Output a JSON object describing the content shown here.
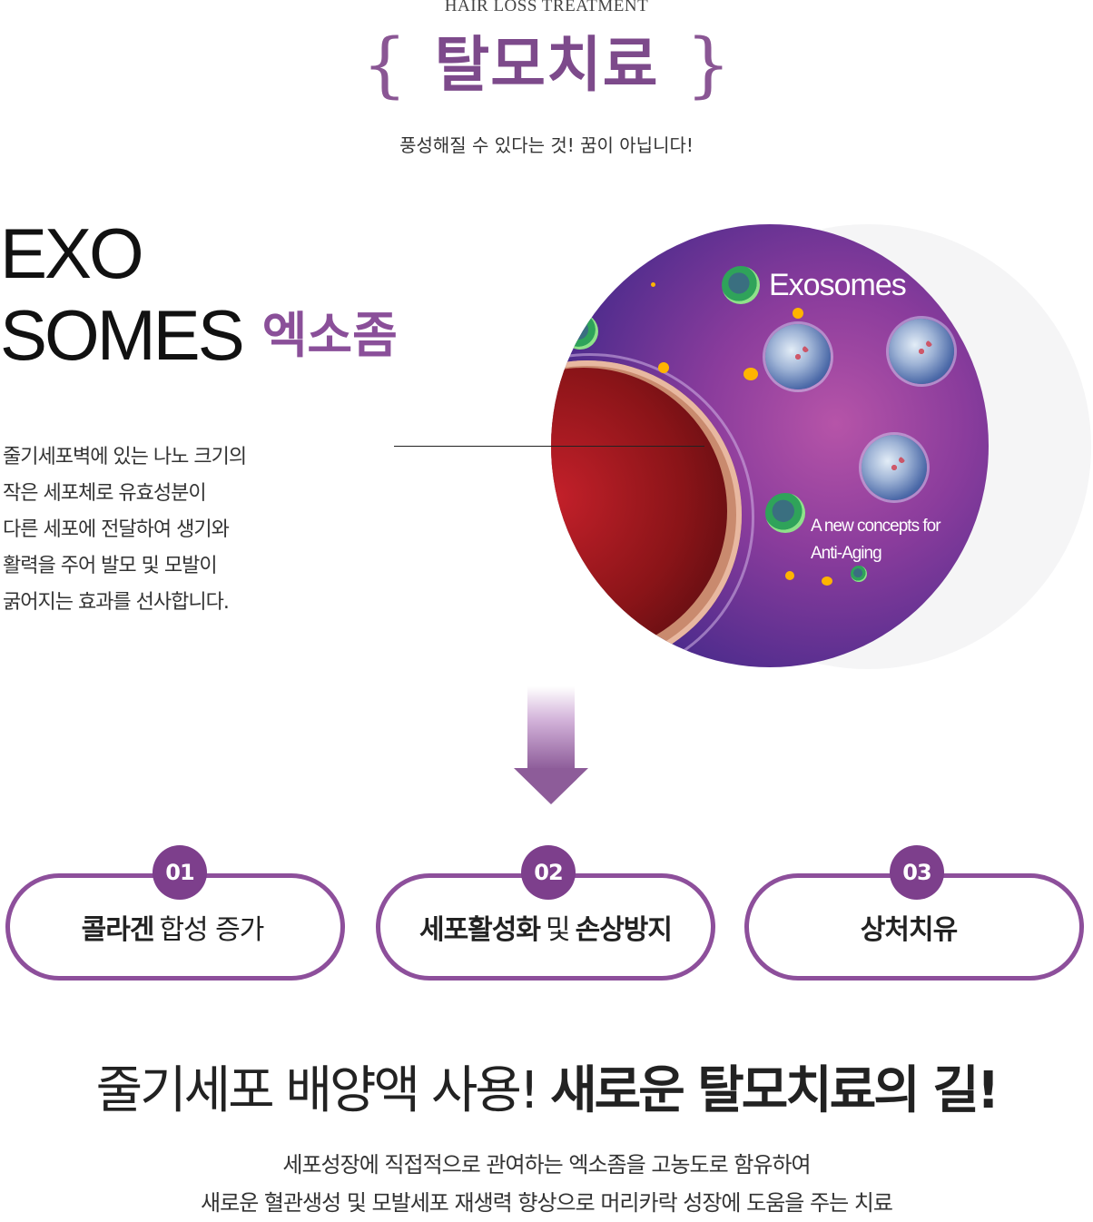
{
  "header": {
    "eyebrow": "HAIR LOSS TREATMENT",
    "brace_left": "{",
    "title": "탈모치료",
    "brace_right": "}",
    "subtitle": "풍성해질 수 있다는 것! 꿈이 아닙니다!"
  },
  "intro": {
    "title_line1": "EXO",
    "title_line2": "SOMES",
    "title_korean": "엑소좀",
    "description": [
      "줄기세포벽에 있는 나노 크기의",
      "작은 세포체로 유효성분이",
      "다른 세포에 전달하여 생기와",
      "활력을 주어 발모 및 모발이",
      "굵어지는 효과를 선사합니다."
    ]
  },
  "illustration": {
    "label": "Exosomes",
    "tagline_line1": "A new concepts for",
    "tagline_line2": "Anti-Aging"
  },
  "effects": [
    {
      "number": "01",
      "bold1": "콜라겐",
      "thin": "합성 증가",
      "bold2": ""
    },
    {
      "number": "02",
      "bold1": "세포활성화",
      "thin": "및",
      "bold2": "손상방지"
    },
    {
      "number": "03",
      "bold1": "상처치유",
      "thin": "",
      "bold2": ""
    }
  ],
  "bottom": {
    "headline_light": "줄기세포 배양액 사용!",
    "headline_bold": "새로운 탈모치료의 길!",
    "description_line1": "세포성장에 직접적으로 관여하는 엑소좀을 고농도로 함유하여",
    "description_line2": "새로운 혈관생성 및 모발세포 재생력 향상으로 머리카락 성장에 도움을 주는 치료"
  },
  "colors": {
    "accent": "#7d4a8b",
    "badge": "#7d3f8c",
    "pill_border": "#8d4f9b"
  }
}
